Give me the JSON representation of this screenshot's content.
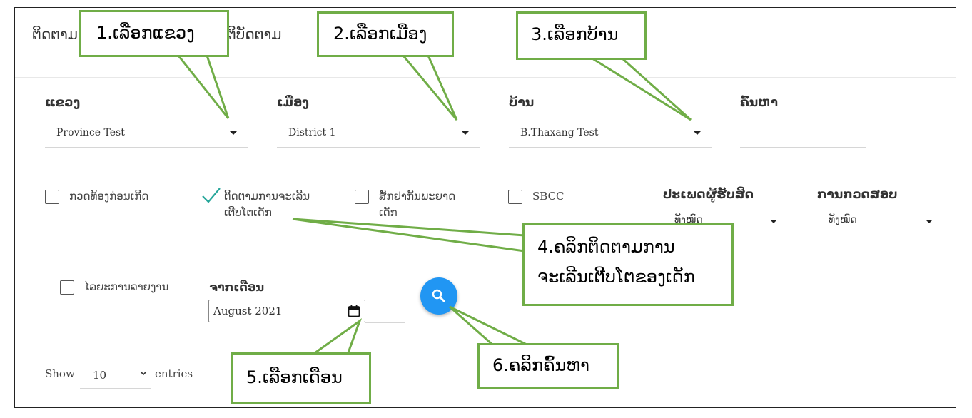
{
  "header": {
    "title_start": "ຕິດຕາມ",
    "title_end": "ຕິບັດຕາມ"
  },
  "filters": {
    "province": {
      "label": "ແຂວງ",
      "value": "Province Test"
    },
    "district": {
      "label": "ເມືອງ",
      "value": "District 1"
    },
    "village": {
      "label": "ບ້ານ",
      "value": "B.Thaxang Test"
    },
    "search": {
      "label": "ຄົ້ນຫາ",
      "value": ""
    }
  },
  "checkboxes": [
    {
      "label": "ກວດທ້ອງກ່ອນເກີດ",
      "checked": false
    },
    {
      "label_line1": "ຕິດຕາມການຈະເລີນ",
      "label_line2": "ເຕີບໂຕເດັກ",
      "checked": true
    },
    {
      "label_line1": "ສັກຢາກັນພະຍາດ",
      "label_line2": "ເດັກ",
      "checked": false
    },
    {
      "label": "SBCC",
      "checked": false
    }
  ],
  "recipient_type": {
    "label": "ປະເພດຜູ້ຮັບສິດ",
    "value": "ທັງໝົດ"
  },
  "check_type": {
    "label": "ການກວດສອບ",
    "value": "ທັງໝົດ"
  },
  "report_period": {
    "label": "ໄລຍະການລາຍງານ",
    "checked": false
  },
  "from_month": {
    "label": "ຈາກເດືອນ",
    "value": "August  2021"
  },
  "table_length": {
    "show": "Show",
    "value": "10",
    "entries": "entries"
  },
  "callouts": [
    {
      "text": "1.ເລືອກແຂວງ"
    },
    {
      "text": "2.ເລືອກເມືອງ"
    },
    {
      "text": "3.ເລືອກບ້ານ"
    },
    {
      "line1": "4.ຄລິກຕິດຕາມການ",
      "line2": "ຈະເລີນເຕີບໂຕຂອງເດັກ"
    },
    {
      "text": "5.ເລືອກເດືອນ"
    },
    {
      "text": "6.ຄລິກຄົ້ນຫາ"
    }
  ],
  "colors": {
    "accent": "#2196f3",
    "callout_border": "#70ad47"
  },
  "icons": [
    "search-icon",
    "calendar-icon",
    "check-icon",
    "caret-down-icon",
    "chevron-down-icon"
  ]
}
